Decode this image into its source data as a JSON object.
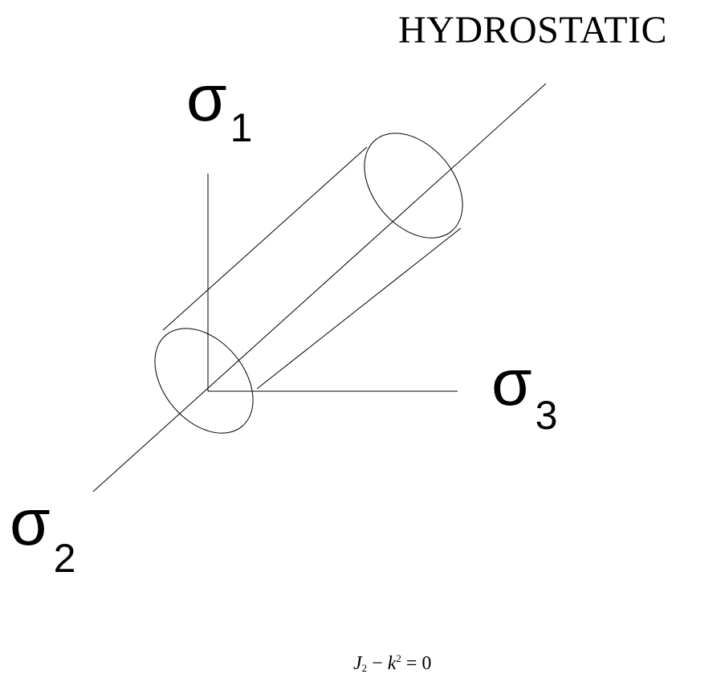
{
  "diagram": {
    "hydrostatic_label": "HYDROSTATIC",
    "axes": {
      "sigma1": {
        "symbol": "σ",
        "subscript": "1"
      },
      "sigma2": {
        "symbol": "σ",
        "subscript": "2"
      },
      "sigma3": {
        "symbol": "σ",
        "subscript": "3"
      }
    },
    "equation": {
      "var_j": "J",
      "j_subscript": "2",
      "minus": " − ",
      "var_k": "k",
      "k_exponent": "2",
      "equals_rhs": " = 0"
    }
  }
}
